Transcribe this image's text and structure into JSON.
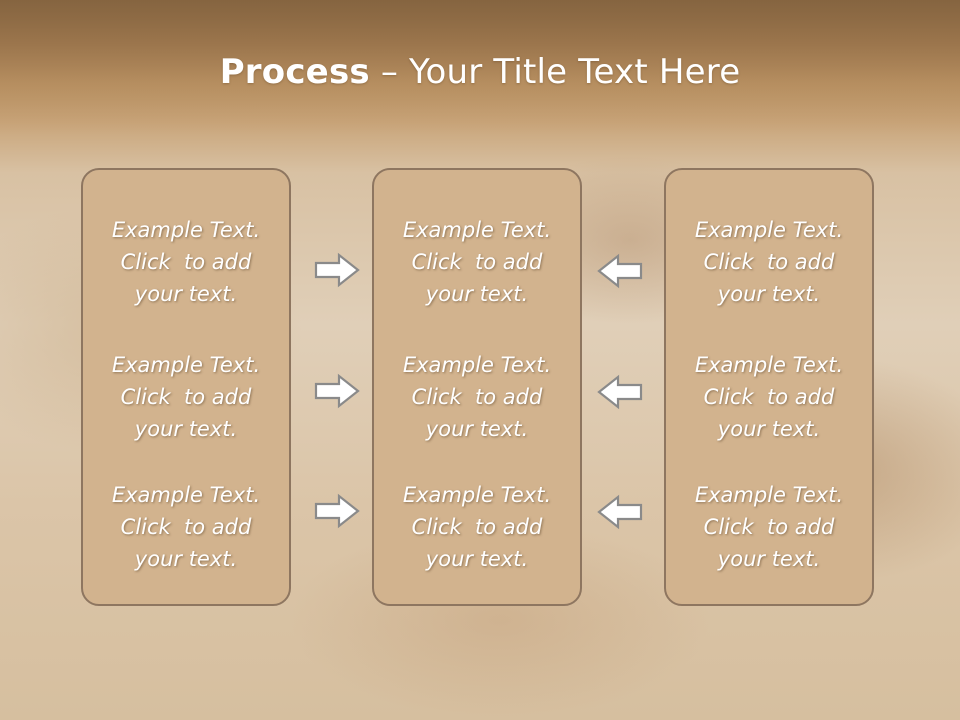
{
  "slide": {
    "title_bold": "Process",
    "title_rest": " – Your Title Text Here"
  },
  "columns": [
    {
      "items": [
        {
          "line1": "Example Text.",
          "line2": "Click  to add",
          "line3": "your text."
        },
        {
          "line1": "Example Text.",
          "line2": "Click  to add",
          "line3": "your text."
        },
        {
          "line1": "Example Text.",
          "line2": "Click  to add",
          "line3": "your text."
        }
      ]
    },
    {
      "items": [
        {
          "line1": "Example Text.",
          "line2": "Click  to add",
          "line3": "your text."
        },
        {
          "line1": "Example Text.",
          "line2": "Click  to add",
          "line3": "your text."
        },
        {
          "line1": "Example Text.",
          "line2": "Click  to add",
          "line3": "your text."
        }
      ]
    },
    {
      "items": [
        {
          "line1": "Example Text.",
          "line2": "Click  to add",
          "line3": "your text."
        },
        {
          "line1": "Example Text.",
          "line2": "Click  to add",
          "line3": "your text."
        },
        {
          "line1": "Example Text.",
          "line2": "Click  to add",
          "line3": "your text."
        }
      ]
    }
  ],
  "icons": {
    "left_arrows": "arrow-right-icon",
    "right_arrows": "arrow-left-icon"
  },
  "colors": {
    "box_fill": "#d2b38e",
    "box_border": "#8e7660",
    "text": "#ffffff",
    "arrow_fill": "#ffffff",
    "arrow_stroke": "#8a8a8a"
  }
}
